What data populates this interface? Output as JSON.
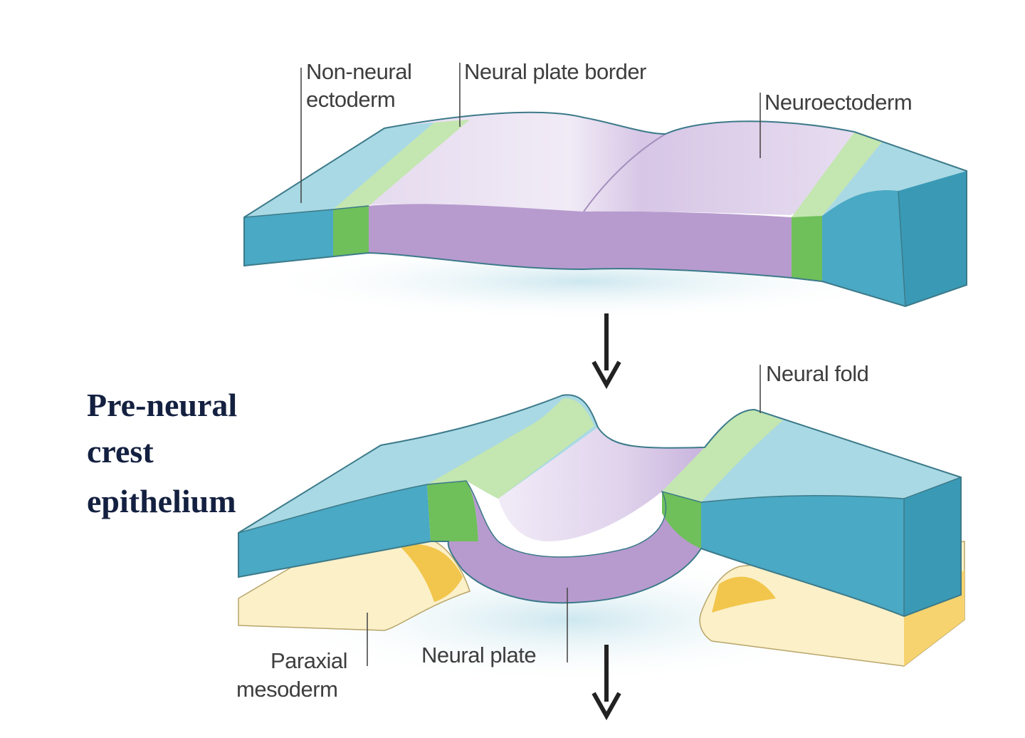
{
  "labels": {
    "non_neural_ectoderm": [
      "Non-neural",
      "ectoderm"
    ],
    "neural_plate_border": "Neural plate border",
    "neuroectoderm": "Neuroectoderm",
    "neural_fold": "Neural fold",
    "paraxial_mesoderm": [
      "Paraxial",
      "mesoderm"
    ],
    "neural_plate": "Neural plate"
  },
  "caption": [
    "Pre-neural",
    "crest",
    "epithelium"
  ],
  "colors": {
    "non_neural_top": "#a9d9e4",
    "non_neural_side": "#4aa9c4",
    "border_top": "#c4e6b0",
    "border_side": "#6fbf5a",
    "neural_top": "#e6dcef",
    "neural_side": "#b79bce",
    "mesoderm": "#fbf0c8",
    "mesoderm_side": "#f2c64c",
    "shadow": "#d6ecf2",
    "caption": "#142040"
  }
}
